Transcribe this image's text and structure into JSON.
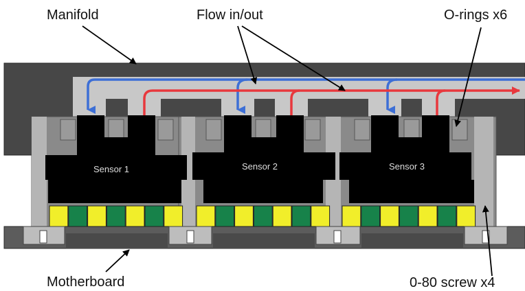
{
  "labels": {
    "manifold": "Manifold",
    "flow": "Flow in/out",
    "orings": "O-rings x6",
    "motherboard": "Motherboard",
    "screw": "0-80 screw x4"
  },
  "sensors": [
    {
      "label": "Sensor 1"
    },
    {
      "label": "Sensor 2"
    },
    {
      "label": "Sensor 3"
    }
  ],
  "colors": {
    "manifold": "#474747",
    "channel": "#c8c8c8",
    "flow_in": "#3d6fd6",
    "flow_out": "#e8383d",
    "sensor_body": "#000000",
    "mount_gray": "#8a8a8a",
    "pad_yellow": "#f1ee2a",
    "pad_green": "#17824a",
    "motherboard": "#5c5c5c",
    "screw_head": "#bdbdbd"
  }
}
